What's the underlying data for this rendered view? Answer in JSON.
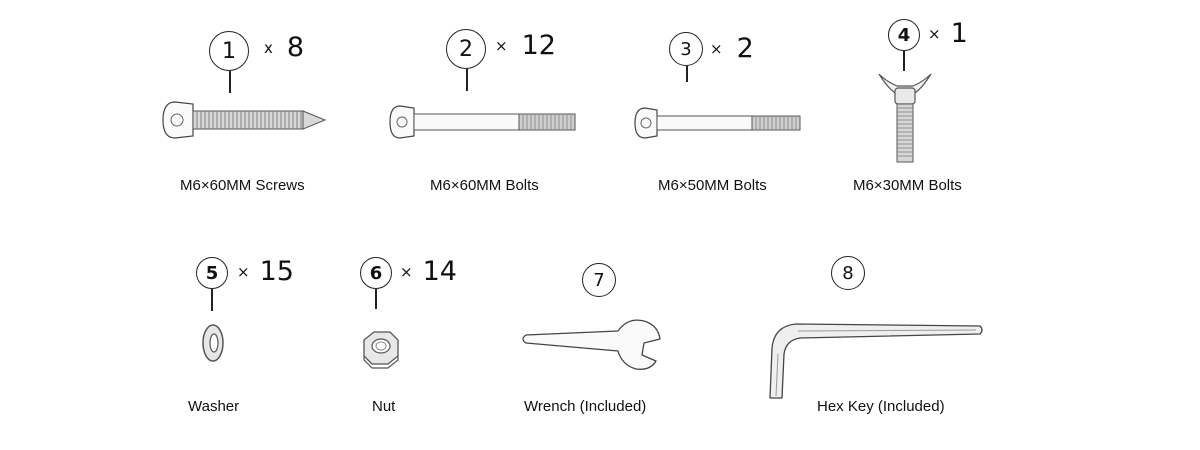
{
  "parts": [
    {
      "number": "1",
      "multiplier": "x",
      "quantity": "8",
      "label": "M6×60MM Screws",
      "icon": "screw-icon"
    },
    {
      "number": "2",
      "multiplier": "×",
      "quantity": "12",
      "label": "M6×60MM Bolts",
      "icon": "long-bolt-icon"
    },
    {
      "number": "3",
      "multiplier": "×",
      "quantity": "2",
      "label": "M6×50MM Bolts",
      "icon": "bolt-icon"
    },
    {
      "number": "4",
      "multiplier": "×",
      "quantity": "1",
      "label": "M6×30MM Bolts",
      "icon": "wing-bolt-icon"
    },
    {
      "number": "5",
      "multiplier": "×",
      "quantity": "15",
      "label": "Washer",
      "icon": "washer-icon"
    },
    {
      "number": "6",
      "multiplier": "×",
      "quantity": "14",
      "label": "Nut",
      "icon": "nut-icon"
    },
    {
      "number": "7",
      "label": "Wrench (Included)",
      "icon": "wrench-icon"
    },
    {
      "number": "8",
      "label": "Hex Key (Included)",
      "icon": "hex-key-icon"
    }
  ]
}
